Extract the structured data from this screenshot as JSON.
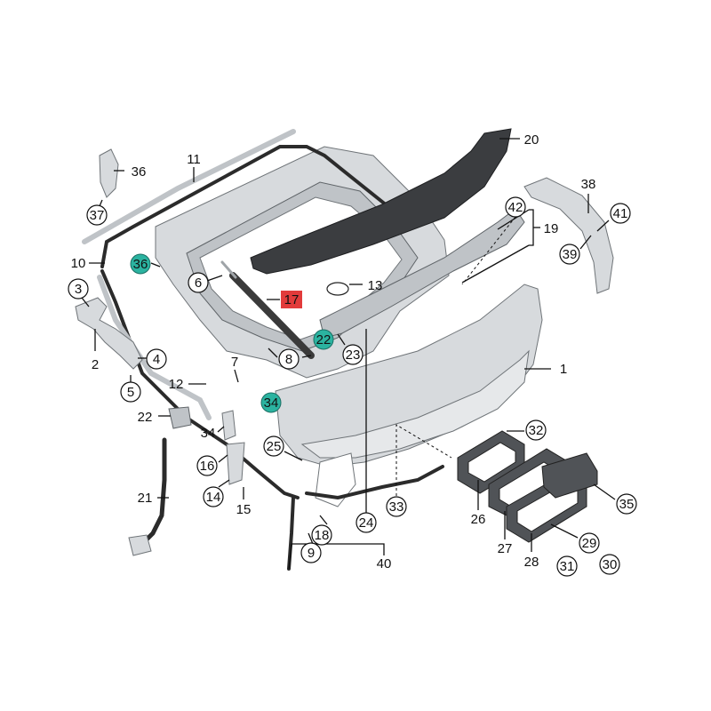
{
  "callouts": [
    {
      "id": "c1",
      "text": "1",
      "style": "plain"
    },
    {
      "id": "c2",
      "text": "2",
      "style": "plain"
    },
    {
      "id": "c3",
      "text": "3",
      "style": "circle"
    },
    {
      "id": "c4",
      "text": "4",
      "style": "circle"
    },
    {
      "id": "c5",
      "text": "5",
      "style": "circle"
    },
    {
      "id": "c6",
      "text": "6",
      "style": "circle"
    },
    {
      "id": "c7",
      "text": "7",
      "style": "plain"
    },
    {
      "id": "c8",
      "text": "8",
      "style": "circle"
    },
    {
      "id": "c9",
      "text": "9",
      "style": "circle"
    },
    {
      "id": "c10",
      "text": "10",
      "style": "plain"
    },
    {
      "id": "c11",
      "text": "11",
      "style": "plain"
    },
    {
      "id": "c12",
      "text": "12",
      "style": "plain"
    },
    {
      "id": "c13",
      "text": "13",
      "style": "plain"
    },
    {
      "id": "c14",
      "text": "14",
      "style": "circle"
    },
    {
      "id": "c15",
      "text": "15",
      "style": "plain"
    },
    {
      "id": "c16",
      "text": "16",
      "style": "circle"
    },
    {
      "id": "c17",
      "text": "17",
      "style": "highlight"
    },
    {
      "id": "c18",
      "text": "18",
      "style": "circle"
    },
    {
      "id": "c19",
      "text": "19",
      "style": "plain"
    },
    {
      "id": "c20",
      "text": "20",
      "style": "plain"
    },
    {
      "id": "c21",
      "text": "21",
      "style": "plain"
    },
    {
      "id": "c22a",
      "text": "22",
      "style": "plain"
    },
    {
      "id": "c22b",
      "text": "22",
      "style": "teal"
    },
    {
      "id": "c23",
      "text": "23",
      "style": "circle"
    },
    {
      "id": "c24",
      "text": "24",
      "style": "circle"
    },
    {
      "id": "c25",
      "text": "25",
      "style": "circle"
    },
    {
      "id": "c26",
      "text": "26",
      "style": "plain"
    },
    {
      "id": "c27",
      "text": "27",
      "style": "plain"
    },
    {
      "id": "c28",
      "text": "28",
      "style": "plain"
    },
    {
      "id": "c29",
      "text": "29",
      "style": "circle"
    },
    {
      "id": "c30",
      "text": "30",
      "style": "circle"
    },
    {
      "id": "c31",
      "text": "31",
      "style": "circle"
    },
    {
      "id": "c32",
      "text": "32",
      "style": "circle"
    },
    {
      "id": "c33",
      "text": "33",
      "style": "circle"
    },
    {
      "id": "c34a",
      "text": "34",
      "style": "plain"
    },
    {
      "id": "c34b",
      "text": "34",
      "style": "teal"
    },
    {
      "id": "c35",
      "text": "35",
      "style": "circle"
    },
    {
      "id": "c36a",
      "text": "36",
      "style": "plain"
    },
    {
      "id": "c36b",
      "text": "36",
      "style": "teal"
    },
    {
      "id": "c37",
      "text": "37",
      "style": "circle"
    },
    {
      "id": "c38",
      "text": "38",
      "style": "plain"
    },
    {
      "id": "c39",
      "text": "39",
      "style": "circle"
    },
    {
      "id": "c40",
      "text": "40",
      "style": "plain"
    },
    {
      "id": "c41",
      "text": "41",
      "style": "circle"
    },
    {
      "id": "c42",
      "text": "42",
      "style": "circle"
    }
  ],
  "colors": {
    "highlight": "#e23b3b",
    "teal_marker": "#2bb3a0",
    "metal": "#d7dadd",
    "spoiler": "#3b3d40",
    "line": "#111111"
  }
}
